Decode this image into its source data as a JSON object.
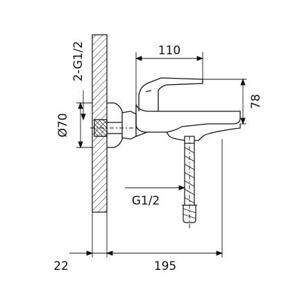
{
  "dimensions": {
    "spout_length": "110",
    "mixer_height": "78",
    "thread_connection": "2-G1/2",
    "flange_diameter": "Ø70",
    "hose_thread": "G1/2",
    "wall_thickness": "22",
    "total_projection": "195"
  }
}
